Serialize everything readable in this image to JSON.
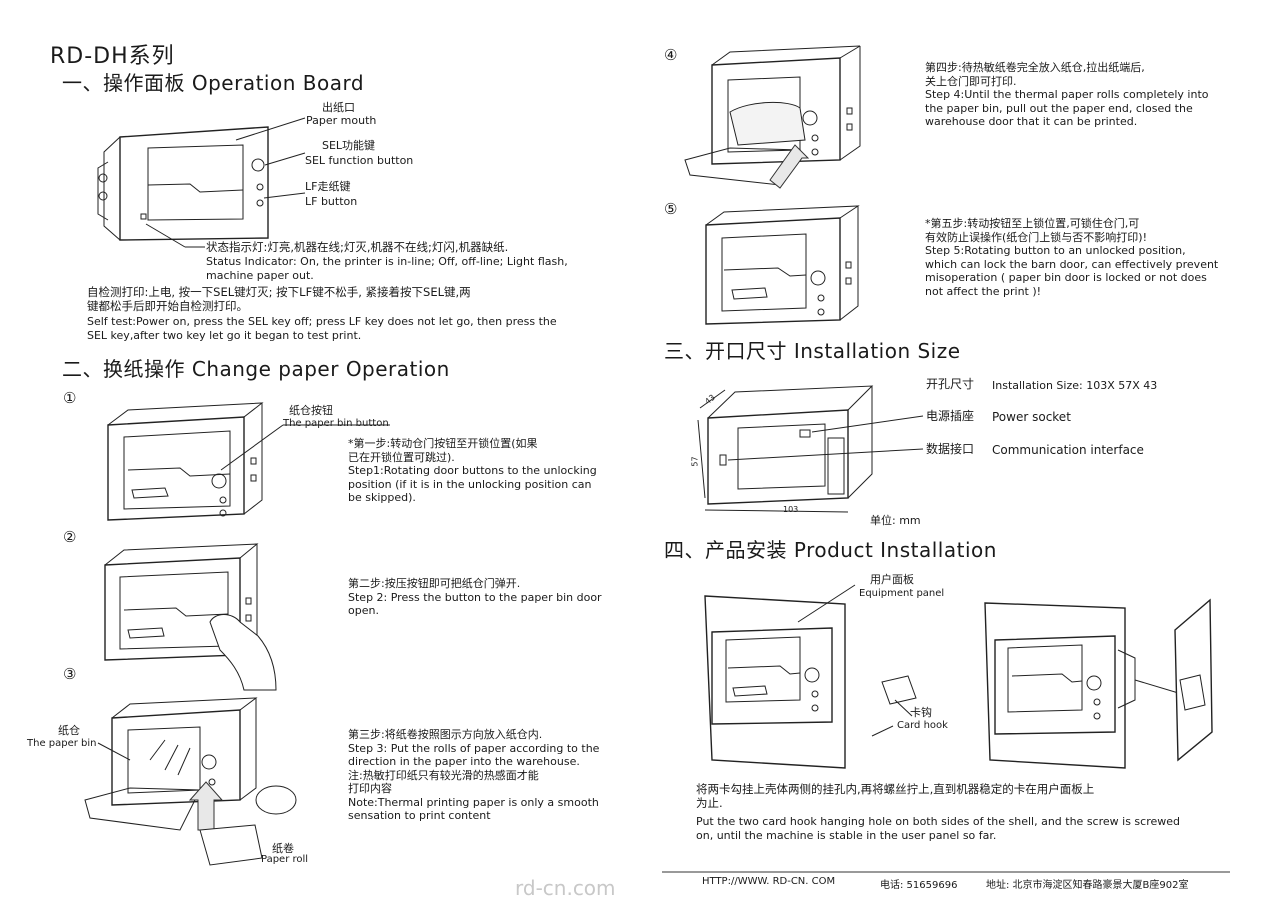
{
  "series_title": "RD-DH系列",
  "sec1": {
    "title": "一、操作面板 Operation Board",
    "paper_mouth_cn": "出纸口",
    "paper_mouth_en": "Paper mouth",
    "sel_cn": "SEL功能键",
    "sel_en": "SEL function button",
    "lf_cn": "LF走纸键",
    "lf_en": "LF button",
    "status_cn": "状态指示灯:灯亮,机器在线;灯灭,机器不在线;灯闪,机器缺纸.",
    "status_en": "Status Indicator: On, the printer is in-line; Off, off-line; Light flash,\nmachine paper out.",
    "selftest_cn": "自检测打印:上电, 按一下SEL键灯灭; 按下LF键不松手, 紧接着按下SEL键,两\n键都松手后即开始自检测打印。",
    "selftest_en": "Self test:Power on, press the SEL key off; press LF key does not let go, then press the\nSEL key,after two key let go it began to test print."
  },
  "sec2": {
    "title": "二、换纸操作 Change paper Operation",
    "n1": "①",
    "n2": "②",
    "n3": "③",
    "bin_button_cn": "纸仓按钮",
    "bin_button_en": "The paper bin button",
    "step1": "*第一步:转动仓门按钮至开锁位置(如果\n已在开锁位置可跳过).\nStep1:Rotating door buttons to the unlocking\nposition (if it is in the unlocking position can\nbe skipped).",
    "step2": "第二步:按压按钮即可把纸仓门弹开.\nStep 2: Press the button to the paper bin door\nopen.",
    "bin_cn": "纸仓",
    "bin_en": "The paper bin",
    "roll_cn": "纸卷",
    "roll_en": "Paper roll",
    "step3": "第三步:将纸卷按照图示方向放入纸仓内.\nStep 3: Put the rolls of paper according to the\ndirection in the paper into the warehouse.\n注:热敏打印纸只有较光滑的热感面才能\n打印内容\nNote:Thermal printing paper is only a smooth\nsensation to print content"
  },
  "right": {
    "n4": "④",
    "n5": "⑤",
    "step4": "第四步:待热敏纸卷完全放入纸仓,拉出纸端后,\n关上仓门即可打印.\nStep 4:Until the thermal paper rolls completely into\nthe paper bin, pull out the paper end, closed the\nwarehouse door that it can be printed.",
    "step5": "*第五步:转动按钮至上锁位置,可锁住仓门,可\n有效防止误操作(纸仓门上锁与否不影响打印)!\nStep 5:Rotating button to an unlocked position,\nwhich can lock the barn door, can effectively prevent\nmisoperation ( paper bin door is locked or not does\nnot affect the print )!"
  },
  "sec3": {
    "title": "三、开口尺寸 Installation Size",
    "size_cn": "开孔尺寸",
    "size_en": "Installation Size: 103X 57X 43",
    "power_cn": "电源插座",
    "power_en": "Power socket",
    "comm_cn": "数据接口",
    "comm_en": "Communication interface",
    "dim_w": "103",
    "dim_h": "57",
    "dim_d": "43",
    "unit": "单位: mm"
  },
  "sec4": {
    "title": "四、产品安装 Product Installation",
    "panel_cn": "用户面板",
    "panel_en": "Equipment panel",
    "hook_cn": "卡钩",
    "hook_en": "Card hook",
    "desc_cn": "将两卡勾挂上壳体两侧的挂孔内,再将螺丝拧上,直到机器稳定的卡在用户面板上\n为止.",
    "desc_en": "Put the two card hook hanging hole on both sides of the shell, and the screw is screwed\non, until the machine is stable in the user panel so far."
  },
  "footer": {
    "web": "HTTP://WWW. RD-CN. COM",
    "tel": "电话: 51659696",
    "addr": "地址: 北京市海淀区知春路豪景大厦B座902室"
  },
  "watermark": "rd-cn.com"
}
